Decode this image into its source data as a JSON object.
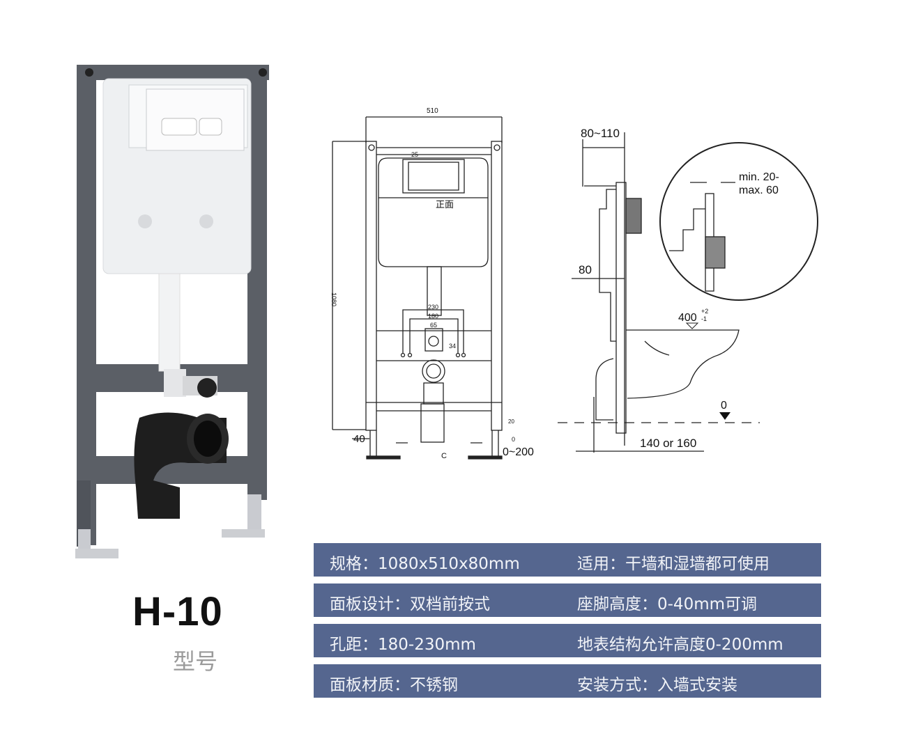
{
  "product": {
    "model": "H-10",
    "model_label": "型号"
  },
  "front_drawing": {
    "width_label": "510",
    "height_label": "1080",
    "top_offset_label": "25",
    "face_label": "正面",
    "spacing_230": "230",
    "spacing_180": "180",
    "spacing_65": "65",
    "offset_34": "34",
    "foot_40": "40",
    "foot_20": "20",
    "floor_0": "0",
    "floor_range": "0~200",
    "section_label": "C"
  },
  "side_drawing": {
    "depth_range": "80~110",
    "depth_80": "80",
    "wall_min": "min. 20-",
    "wall_max": "max. 60",
    "seat_height": "400",
    "seat_tol_plus": "+2",
    "seat_tol_minus": "-1",
    "floor_0": "0",
    "outlet": "140 or 160"
  },
  "specs": [
    {
      "left": "规格：1080x510x80mm",
      "right": "适用：干墙和湿墙都可使用"
    },
    {
      "left": "面板设计：双档前按式",
      "right": "座脚高度：0-40mm可调"
    },
    {
      "left": "孔距：180-230mm",
      "right": "地表结构允许高度0-200mm"
    },
    {
      "left": "面板材质：不锈钢",
      "right": "安装方式：入墙式安装"
    }
  ],
  "colors": {
    "spec_bar": "#55668f",
    "frame": "#5b5f66"
  }
}
